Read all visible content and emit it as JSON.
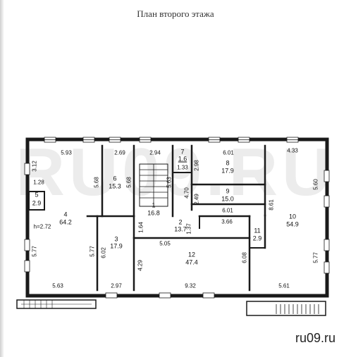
{
  "title": "План второго этажа",
  "watermark": "RU09.RU",
  "brand": "ru09.ru",
  "ceiling_height": "h=2.72",
  "rooms": [
    {
      "number": "1",
      "area": "16.8"
    },
    {
      "number": "2",
      "area": "13.7"
    },
    {
      "number": "3",
      "area": "17.9"
    },
    {
      "number": "4",
      "area": "64.2"
    },
    {
      "number": "5",
      "area": "2.9"
    },
    {
      "number": "6",
      "area": "15.3"
    },
    {
      "number": "7",
      "area": "1.6",
      "area2": "1.33"
    },
    {
      "number": "8",
      "area": "17.9"
    },
    {
      "number": "9",
      "area": "15.0"
    },
    {
      "number": "10",
      "area": "54.9"
    },
    {
      "number": "11",
      "area": "2.9"
    },
    {
      "number": "12",
      "area": "47.4"
    }
  ],
  "dimensions": {
    "top_r4": "5.93",
    "top_r6": "2.69",
    "top_stair": "2.94",
    "top_r8": "6.01",
    "top_r10": "4.33",
    "left_upper": "3.12",
    "r5_width": "1.28",
    "r4_right": "5.68",
    "r6_right": "5.68",
    "stair_right": "5.63",
    "r8_left": "2.98",
    "r9_left": "2.49",
    "corridor_v": "4.70",
    "r10_right": "5.60",
    "r10_left": "8.61",
    "r9_bottom": "6.01",
    "corr_a": "1.64",
    "corr_b": "1.37",
    "corr_c": "3.66",
    "r12_top": "5.05",
    "r3_left": "6.02",
    "r4_left": "5.77",
    "r4_right_low": "5.77",
    "r12_left": "4.29",
    "r12_right": "6.08",
    "r10_right_low": "5.77",
    "bottom_r4": "5.63",
    "bottom_r3": "2.97",
    "bottom_r12": "9.32",
    "bottom_r10": "5.61"
  }
}
